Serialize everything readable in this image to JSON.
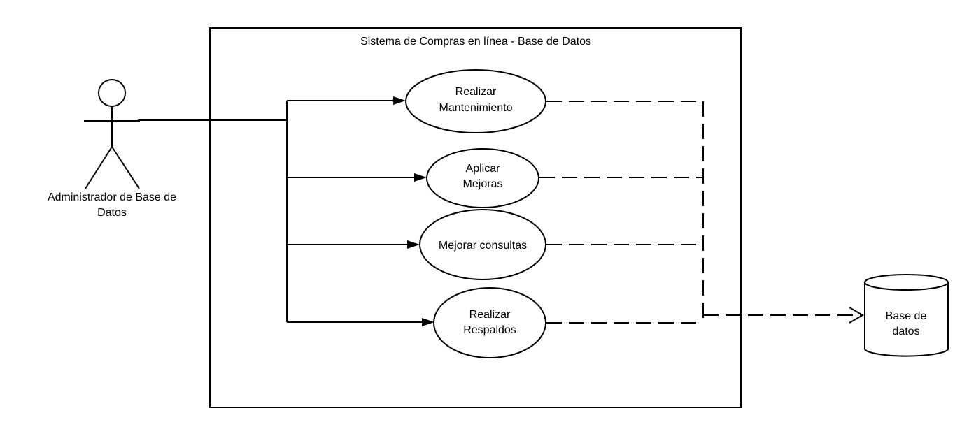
{
  "colors": {
    "line": "#000000",
    "background": "#ffffff"
  },
  "system": {
    "title": "Sistema de Compras en línea - Base de Datos"
  },
  "actor": {
    "label_line1": "Administrador de Base de",
    "label_line2": "Datos",
    "icon": "stick-figure-icon"
  },
  "use_cases": [
    {
      "line1": "Realizar",
      "line2": "Mantenimiento"
    },
    {
      "line1": "Aplicar",
      "line2": "Mejoras"
    },
    {
      "line1": "Mejorar consultas"
    },
    {
      "line1": "Realizar",
      "line2": "Respaldos"
    }
  ],
  "database": {
    "line1": "Base de",
    "line2": "datos",
    "icon": "database-cylinder-icon"
  }
}
